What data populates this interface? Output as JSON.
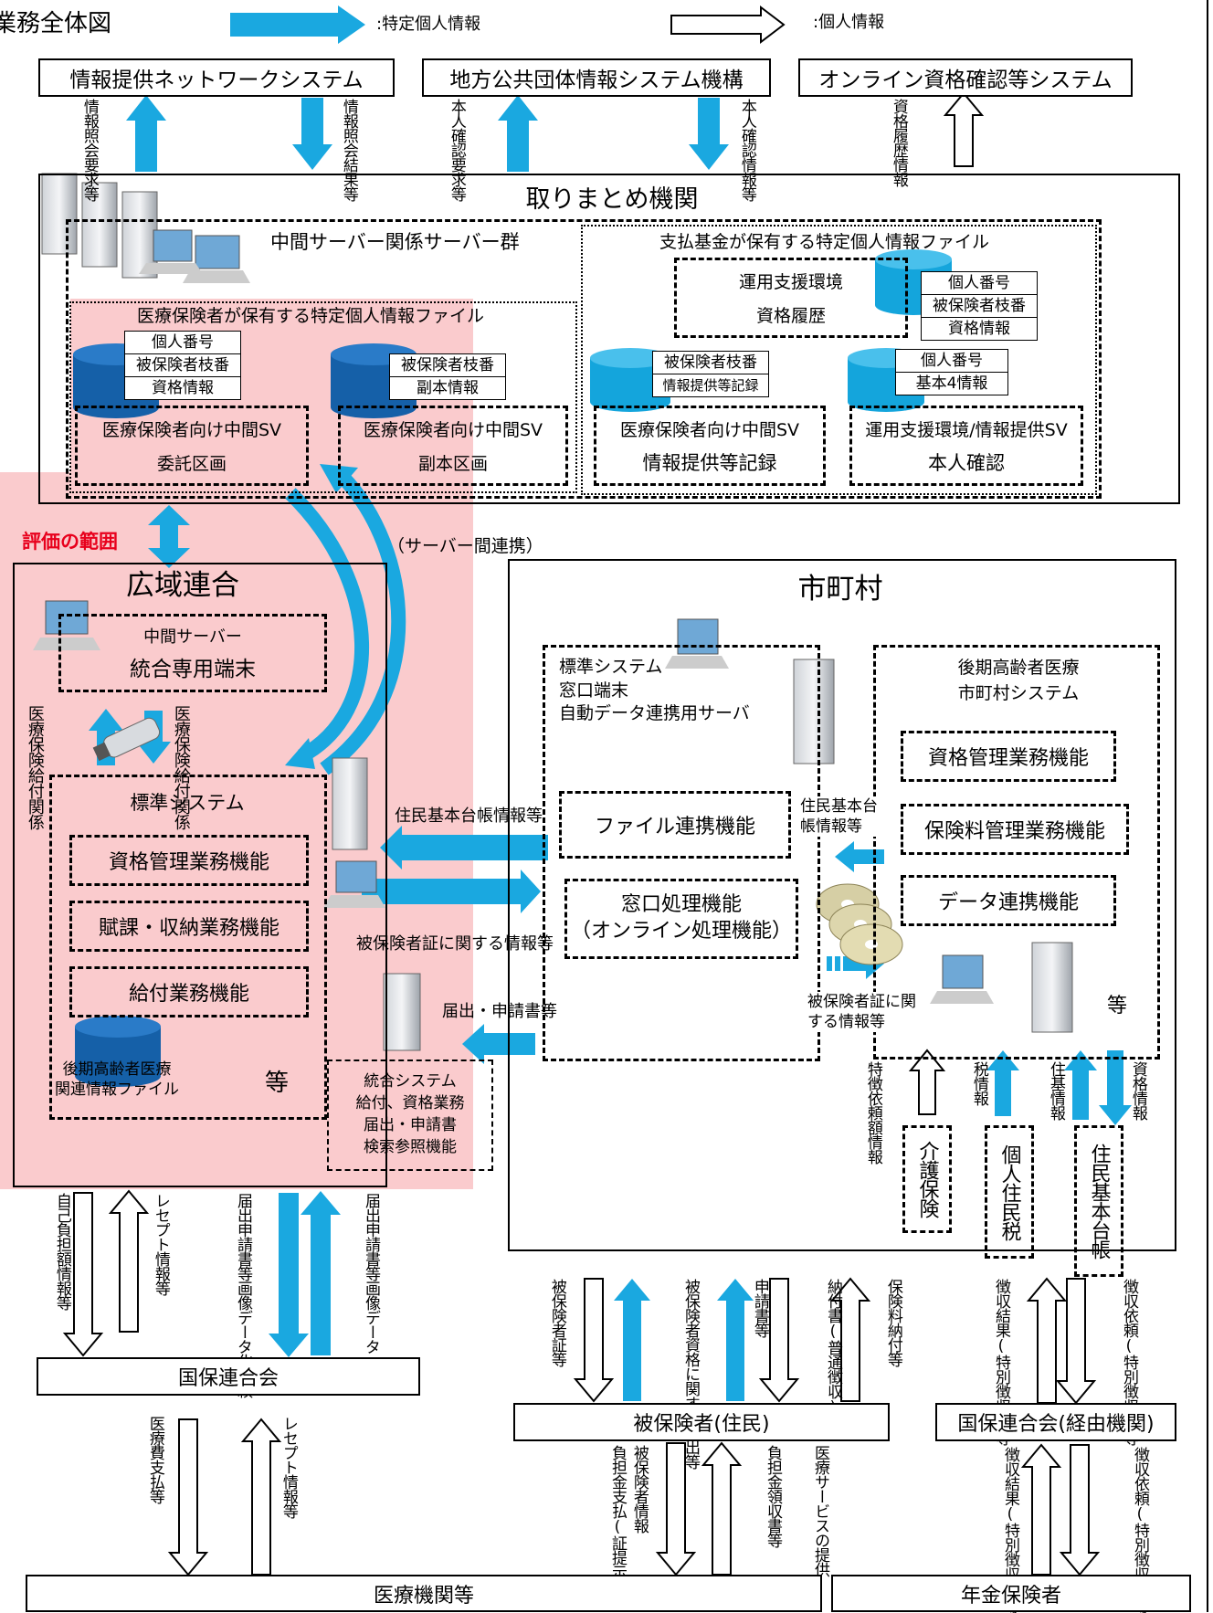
{
  "header": {
    "title": "業務全体図",
    "legend_specific": ":特定個人情報",
    "legend_personal": ":個人情報"
  },
  "top": {
    "net": "情報提供ネットワークシステム",
    "jlis": "地方公共団体情報システム機構",
    "online": "オンライン資格確認等システム",
    "net_req": "情報照会要求等",
    "net_res": "情報照会結果等",
    "jlis_req": "本人確認要求等",
    "jlis_res": "本人確認情報等",
    "online_hist": "資格履歴情報"
  },
  "hub": {
    "title": "取りまとめ機関",
    "server_group": "中間サーバー関係サーバー群",
    "insurer_file": "医療保険者が保有する特定個人情報ファイル",
    "fund_file": "支払基金が保有する特定個人情報ファイル",
    "trust_db": [
      "個人番号",
      "被保険者枝番",
      "資格情報"
    ],
    "trust_area": [
      "医療保険者向け中間SV",
      "委託区画"
    ],
    "copy_db": [
      "被保険者枝番",
      "副本情報"
    ],
    "copy_area": [
      "医療保険者向け中間SV",
      "副本区画"
    ],
    "ops_hist": [
      "運用支援環境",
      "資格履歴"
    ],
    "ops_db": [
      "個人番号",
      "被保険者枝番",
      "資格情報"
    ],
    "record_db": [
      "被保険者枝番",
      "情報提供等記録"
    ],
    "record_area": [
      "医療保険者向け中間SV",
      "情報提供等記録"
    ],
    "basic_db": [
      "個人番号",
      "基本4情報"
    ],
    "basic_area": [
      "運用支援環境/情報提供SV",
      "本人確認"
    ]
  },
  "scope": "評価の範囲",
  "link": "（サーバー間連携）",
  "union": {
    "title": "広域連合",
    "terminal": [
      "中間サーバー",
      "統合専用端末"
    ],
    "ins_left": "医療保険給付関係",
    "ins_right": "医療保険給付関係",
    "std": "標準システム",
    "funcs": [
      "資格管理業務機能",
      "賦課・収納業務機能",
      "給付業務機能"
    ],
    "file": [
      "後期高齢者医療",
      "関連情報ファイル"
    ],
    "etc": "等",
    "integ": [
      "統合システム",
      "給付、資格業務",
      "届出・申請書",
      "検索参照機能"
    ]
  },
  "mid": {
    "resident_info": "住民基本台帳情報等",
    "card_info": "被保険者証に関する情報等",
    "apply": "届出・申請書等"
  },
  "city": {
    "title": "市町村",
    "std": [
      "標準システム",
      "窓口端末",
      "自動データ連携用サーバ"
    ],
    "file_link": "ファイル連携機能",
    "window": [
      "窓口処理機能",
      "（オンライン処理機能）"
    ],
    "elderly": [
      "後期高齢者医療",
      "市町村システム"
    ],
    "funcs": [
      "資格管理業務機能",
      "保険料管理業務機能",
      "データ連携機能"
    ],
    "res_info": "住民基本台帳情報等",
    "card_info": "被保険者証に関する情報等",
    "etc": "等",
    "arrows": [
      "特徴依頼額情報",
      "税情報",
      "住基情報",
      "資格情報"
    ],
    "care": "介護保険",
    "tax": "個人住民税",
    "jumin": "住民基本台帳"
  },
  "kokuho": {
    "title": "国保連合会",
    "a1": "自己負担額情報等",
    "a2": "レセプト情報等",
    "a3": "届出申請書等画像データ化依頼",
    "a4": "届出申請書等画像データ",
    "b1": "医療費支払等",
    "b2": "レセプト情報等"
  },
  "insured": {
    "title": "被保険者(住民)",
    "c1": "被保険者証等",
    "c2": "被保険者資格に関する届出等",
    "c3": "申請書等",
    "c4": "納付書(普通徴収)等",
    "c5": "保険料納付等",
    "d1": "負担金支払(証提示)",
    "d2": "被保険者情報",
    "d3": "負担金領収書等",
    "d4": "医療サービスの提供"
  },
  "via": {
    "title": "国保連合会(経由機関)",
    "e1": "徴収結果(特別徴収)等",
    "e2": "徴収依頼(特別徴収)等",
    "f1": "徴収結果(特別徴収)等",
    "f2": "徴収依頼(特別徴収)等"
  },
  "bottom": {
    "medical": "医療機関等",
    "pension": "年金保険者"
  }
}
